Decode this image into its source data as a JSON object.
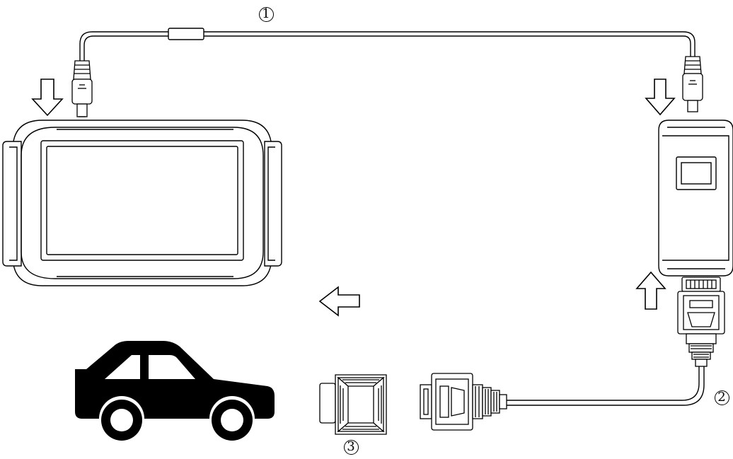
{
  "labels": {
    "cable_main": "1",
    "cable_db15": "2",
    "obd_adapter": "3"
  },
  "arrows": {
    "tablet_port": "down",
    "vci_port": "down",
    "vci_bottom": "up",
    "adapter_to_car": "left"
  },
  "colors": {
    "line": "#000000",
    "background": "#ffffff",
    "car": "#000000"
  }
}
